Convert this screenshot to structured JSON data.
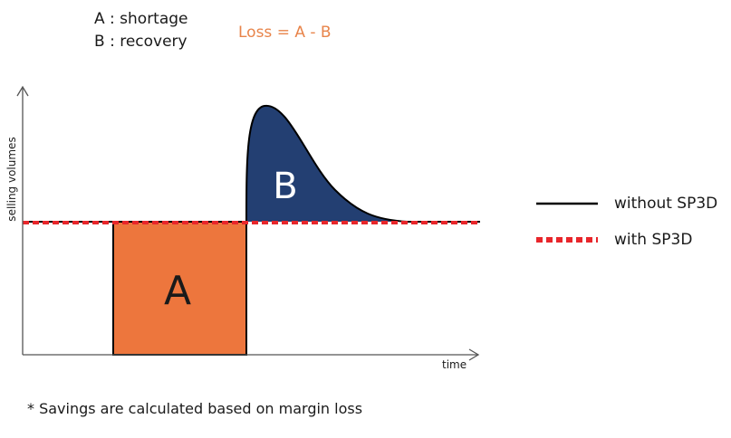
{
  "definitions": {
    "a": "A : shortage",
    "b": "B : recovery"
  },
  "formula": "Loss = A - B",
  "axes": {
    "y_label": "selling volumes",
    "x_label": "time"
  },
  "regions": {
    "a_label": "A",
    "b_label": "B"
  },
  "legend": {
    "without": "without SP3D",
    "with": "with SP3D"
  },
  "footnote": "* Savings are calculated based on margin loss",
  "colors": {
    "region_a": "#ed763d",
    "region_b": "#233f72",
    "formula": "#e8844a",
    "with_line": "#e8262b",
    "without_line": "#000000",
    "axis": "#555555"
  }
}
